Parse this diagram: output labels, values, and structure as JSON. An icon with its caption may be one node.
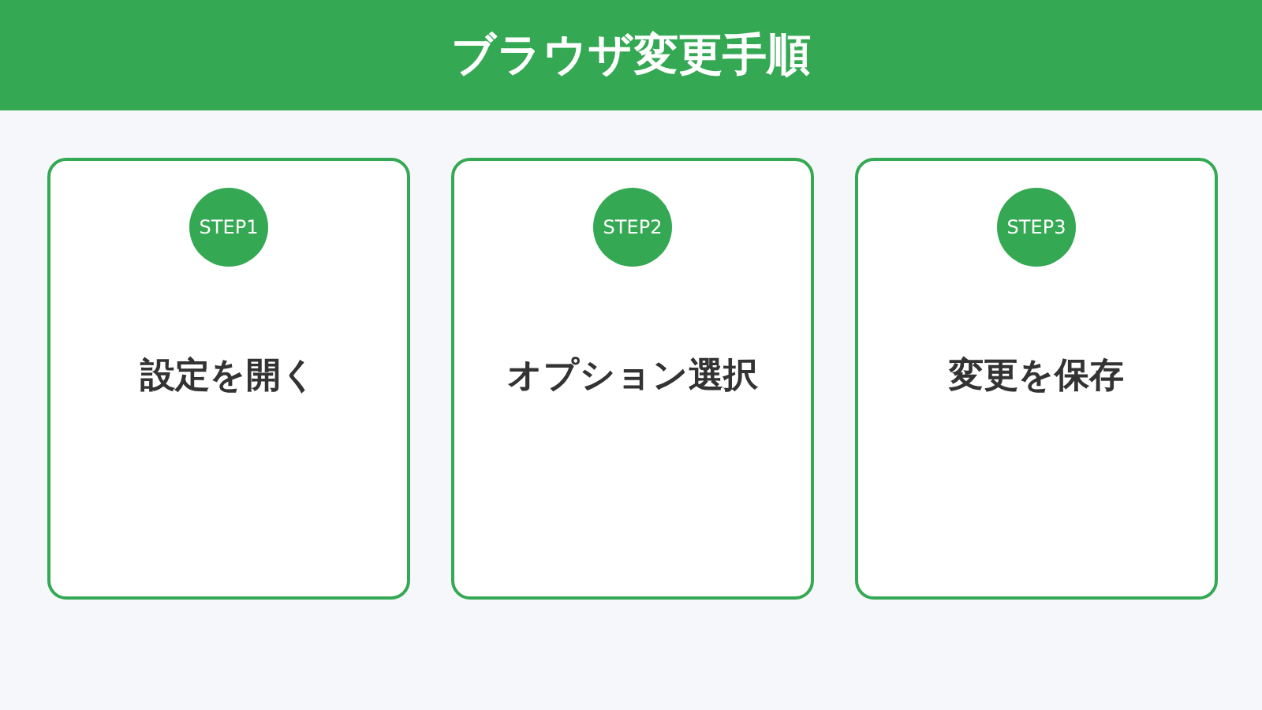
{
  "diagram": {
    "title": "ブラウザ変更手順",
    "nodes": [
      {
        "text": [
          "設定を開く"
        ]
      },
      {
        "text": [
          "STEP1"
        ],
        "in": 0
      },
      {
        "text": [
          "オプション選択"
        ]
      },
      {
        "text": [
          "STEP2"
        ],
        "in": 2
      },
      {
        "text": [
          "変更を保存"
        ]
      },
      {
        "text": [
          "STEP3"
        ],
        "in": 4
      }
    ]
  }
}
